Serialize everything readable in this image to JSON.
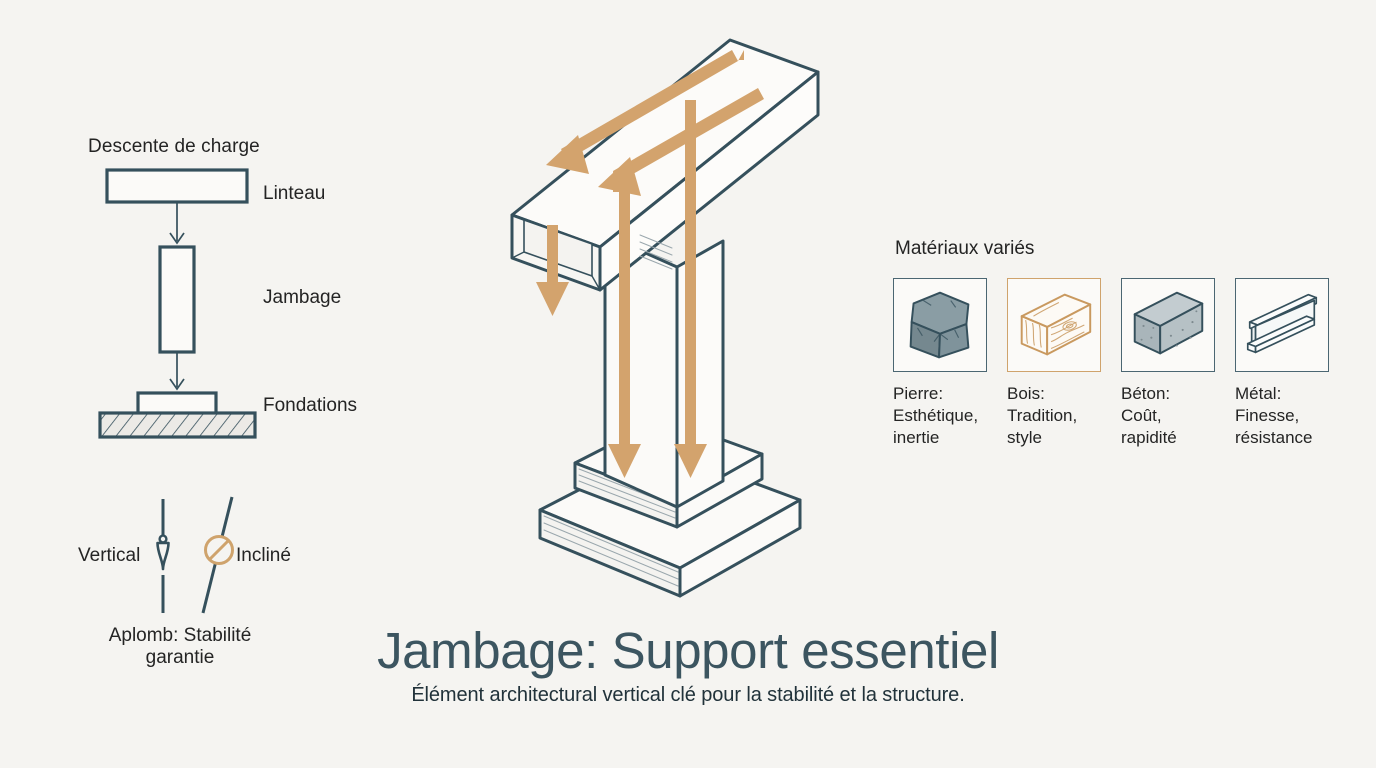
{
  "background_color": "#f5f4f1",
  "theme": {
    "ink": "#35505c",
    "accent": "#cfa36c",
    "arrow": "#d3a36d",
    "title_color": "#3c5560",
    "stone_fill": "#7f939b",
    "concrete_fill": "#b3bec2"
  },
  "load_path": {
    "heading": "Descente de charge",
    "items": [
      {
        "label": "Linteau",
        "icon": "lintel-icon"
      },
      {
        "label": "Jambage",
        "icon": "jamb-icon"
      },
      {
        "label": "Fondations",
        "icon": "foundation-icon"
      }
    ]
  },
  "plumb": {
    "vertical_label": "Vertical",
    "inclined_label": "Incliné",
    "caption_line1": "Aplomb: Stabilité",
    "caption_line2": "garantie",
    "vertical_icon": "plumb-bob-icon",
    "inclined_icon": "prohibited-icon"
  },
  "materials": {
    "heading": "Matériaux variés",
    "items": [
      {
        "icon": "stone-block-icon",
        "name": "Pierre:",
        "attr_line1": "Esthétique,",
        "attr_line2": "inertie",
        "highlighted": false
      },
      {
        "icon": "wood-beam-icon",
        "name": "Bois:",
        "attr_line1": "Tradition,",
        "attr_line2": "style",
        "highlighted": true
      },
      {
        "icon": "concrete-block-icon",
        "name": "Béton:",
        "attr_line1": "Coût,",
        "attr_line2": "rapidité",
        "highlighted": false
      },
      {
        "icon": "steel-ibeam-icon",
        "name": "Métal:",
        "attr_line1": "Finesse,",
        "attr_line2": "résistance",
        "highlighted": false
      }
    ]
  },
  "illustration": {
    "name": "isometric-post-and-lintel-illustration",
    "parts": [
      "lintel-beam",
      "jamb-column",
      "stepped-footing"
    ],
    "load_arrows": 5
  },
  "title": {
    "main": "Jambage: Support essentiel",
    "subtitle": "Élément architectural vertical clé pour la stabilité et la structure."
  }
}
